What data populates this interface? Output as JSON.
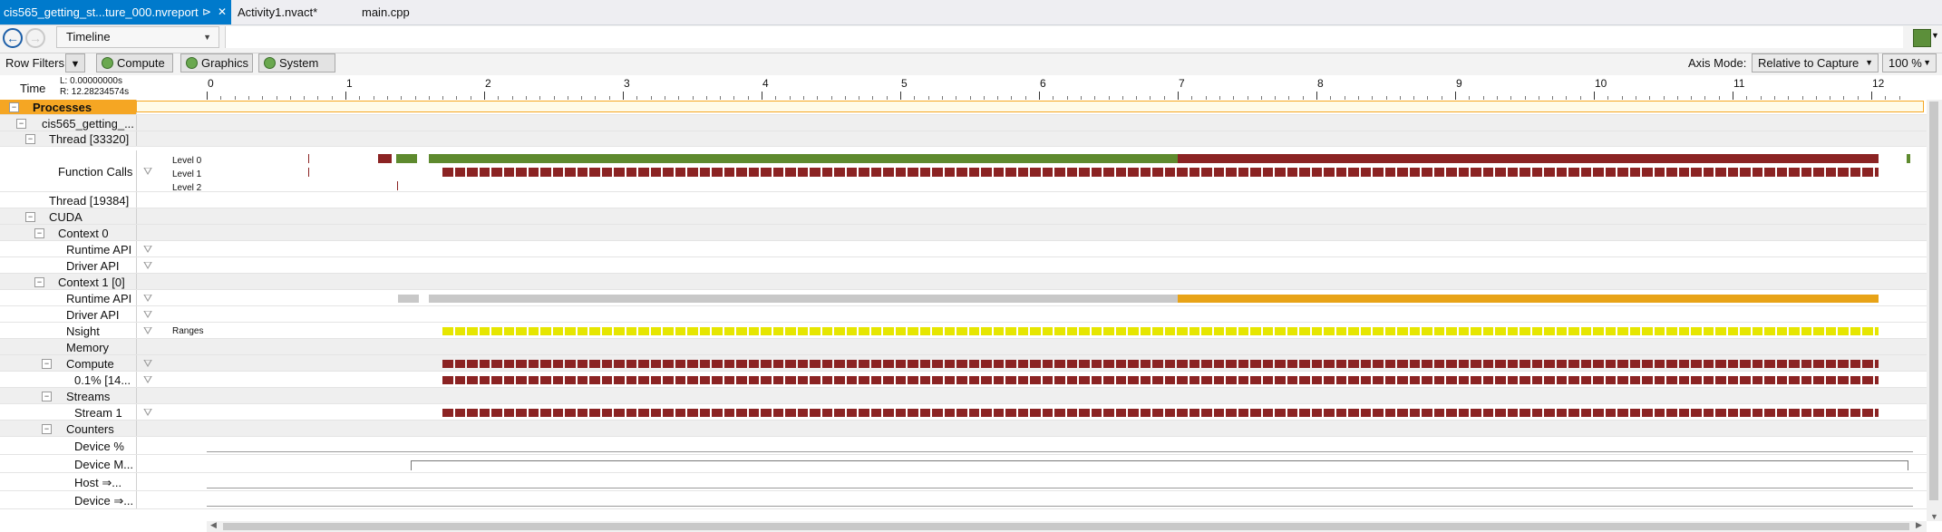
{
  "tabs": [
    {
      "label": "cis565_getting_st...ture_000.nvreport",
      "active": true,
      "pin": "⊳",
      "close": "✕"
    },
    {
      "label": "Activity1.nvact*",
      "active": false
    },
    {
      "label": "main.cpp",
      "active": false
    }
  ],
  "nav": {
    "back_icon": "back-arrow-icon",
    "forward_icon": "forward-arrow-icon",
    "view_select": "Timeline"
  },
  "filter_bar": {
    "label": "Row Filters",
    "buttons": [
      "Compute",
      "Graphics",
      "System"
    ],
    "axis_mode_label": "Axis Mode:",
    "axis_mode_value": "Relative to Capture",
    "zoom_value": "100 %"
  },
  "time_header": {
    "label": "Time",
    "left": "L: 0.00000000s",
    "right": "R: 12.28234574s",
    "ticks": [
      "0",
      "1",
      "2",
      "3",
      "4",
      "5",
      "6",
      "7",
      "8",
      "9",
      "10",
      "11",
      "12"
    ]
  },
  "rows": {
    "processes": "Processes",
    "process": "cis565_getting_...",
    "thread_main": "Thread [33320]",
    "function_calls": "Function Calls",
    "level0": "Level 0",
    "level1": "Level 1",
    "level2": "Level 2",
    "thread_other": "Thread [19384]",
    "cuda": "CUDA",
    "context0": "Context 0",
    "runtime_api_0": "Runtime API",
    "driver_api_0": "Driver API",
    "context1": "Context 1 [0]",
    "runtime_api_1": "Runtime API",
    "driver_api_1": "Driver API",
    "nsight": "Nsight",
    "ranges": "Ranges",
    "memory": "Memory",
    "compute": "Compute",
    "kernel": "0.1% [14...",
    "streams": "Streams",
    "stream1": "Stream 1",
    "counters": "Counters",
    "device_pct": "Device %",
    "device_mem": "Device M...",
    "host_to": "Host ⇒...",
    "device_to": "Device ⇒..."
  },
  "colors": {
    "tab_active": "#007acc",
    "green_call": "#5e8a2e",
    "red_call": "#8b2323",
    "orange_runtime": "#e8a317",
    "gray_runtime": "#c8c8c8",
    "yellow_nsight": "#e6e600",
    "processes_header": "#f5a623"
  },
  "timeline": {
    "green_span_s": [
      1.6,
      7.0
    ],
    "red_span_s": [
      7.0,
      12.05
    ]
  }
}
